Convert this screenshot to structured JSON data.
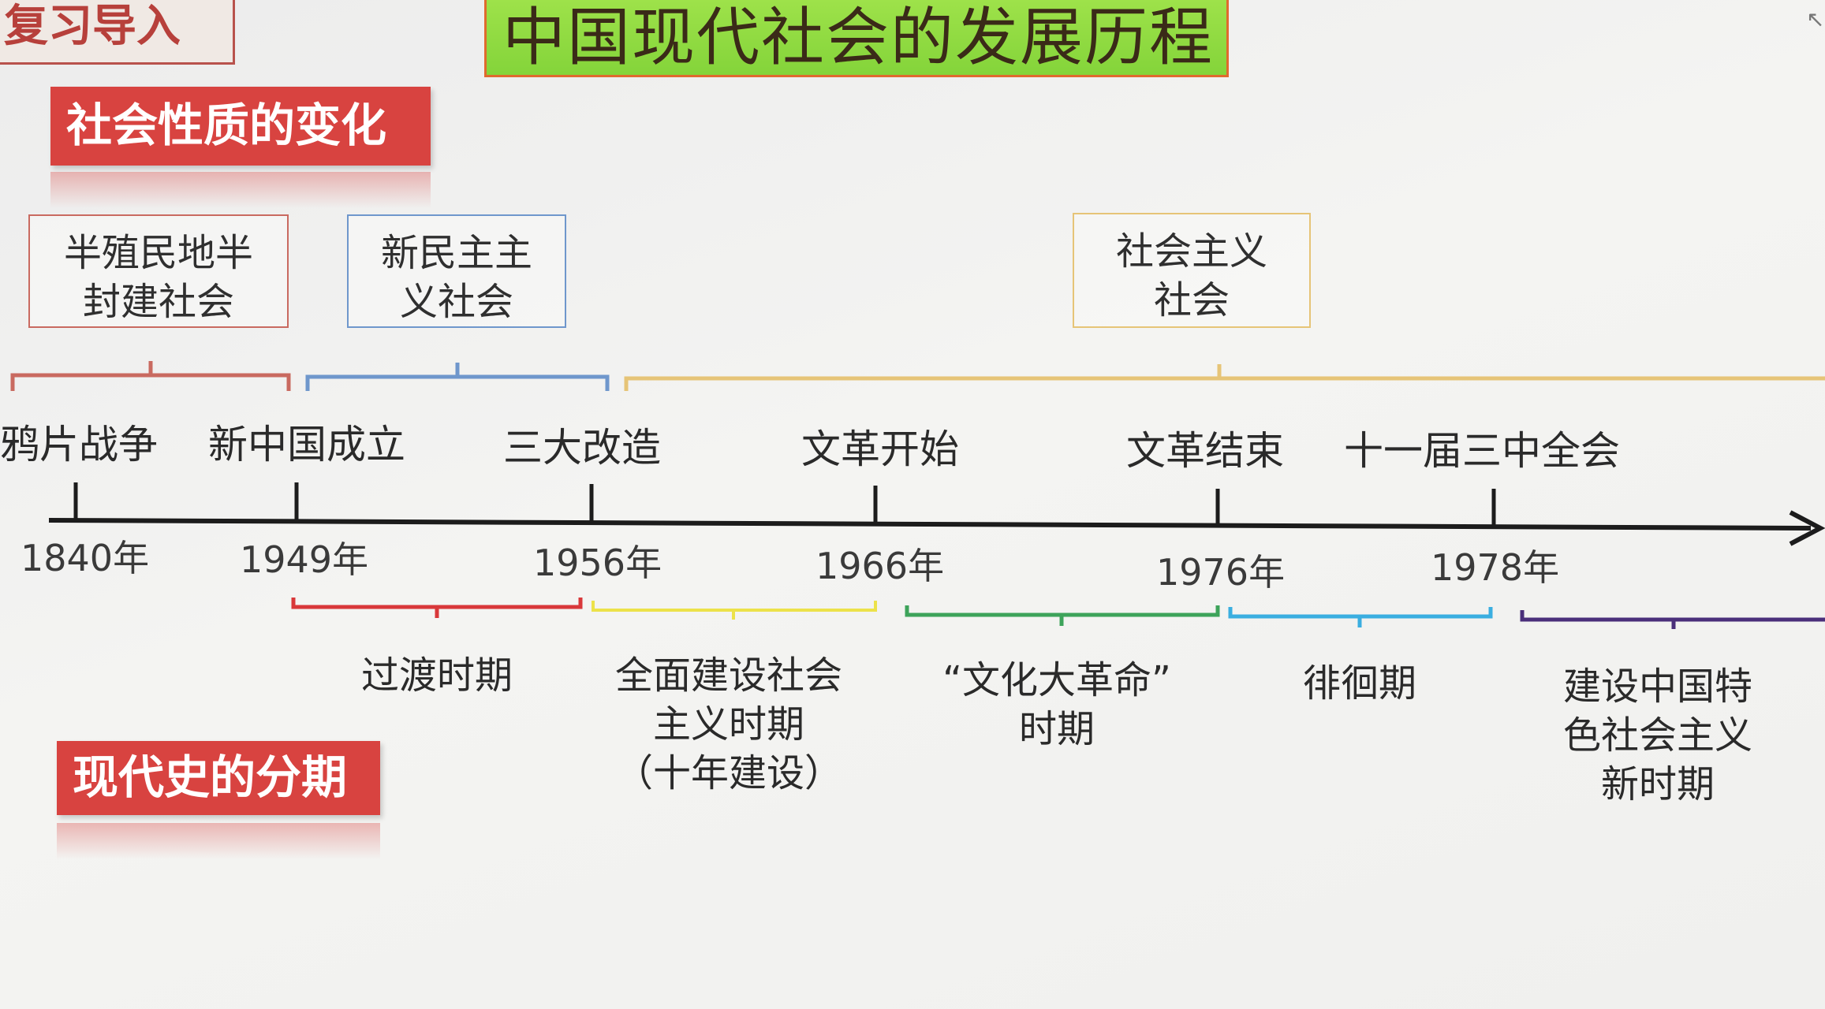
{
  "header": {
    "review_tag": "复习导入",
    "title": "中国现代社会的发展历程"
  },
  "section_labels": {
    "nature_change": "社会性质的变化",
    "modern_periods": "现代史的分期"
  },
  "society_boxes": [
    {
      "lines": [
        "半殖民地半",
        "封建社会"
      ],
      "color": "#c96a60"
    },
    {
      "lines": [
        "新民主主",
        "义社会"
      ],
      "color": "#6f97cc"
    },
    {
      "lines": [
        "社会主义",
        "社会"
      ],
      "color": "#e6c477"
    }
  ],
  "events": [
    "鸦片战争",
    "新中国成立",
    "三大改造",
    "文革开始",
    "文革结束",
    "十一届三中全会"
  ],
  "years": [
    "1840年",
    "1949年",
    "1956年",
    "1966年",
    "1976年",
    "1978年"
  ],
  "periods": [
    {
      "lines": [
        "过渡时期"
      ],
      "color": "#d9383a"
    },
    {
      "lines": [
        "全面建设社会",
        "主义时期",
        "（十年建设）"
      ],
      "color": "#ece24a"
    },
    {
      "lines": [
        "“文化大革命”",
        "时期"
      ],
      "color": "#3da35a"
    },
    {
      "lines": [
        "徘徊期"
      ],
      "color": "#3aaee0"
    },
    {
      "lines": [
        "建设中国特",
        "色社会主义",
        "新时期"
      ],
      "color": "#4a2f7a"
    }
  ],
  "colors": {
    "timeline": "#1c1c1c",
    "accent_red": "#d84340",
    "title_green": "#8fd943"
  },
  "icons": {
    "cursor": "cursor-arrow-icon"
  }
}
